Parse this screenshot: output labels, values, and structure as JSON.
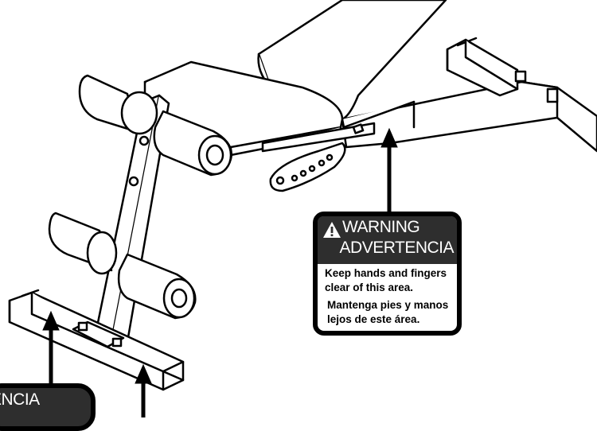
{
  "figure": {
    "subject": "adjustable ab bench assembly line drawing",
    "warning_label": {
      "title_en": "WARNING",
      "title_es": "ADVERTENCIA",
      "text_en_line1": "Keep hands and fingers",
      "text_en_line2": "clear of this area.",
      "text_es_line1": "Mantenga pies y manos",
      "text_es_line2": "lejos de este área."
    },
    "cut_label": {
      "visible_text": "ENCIA"
    }
  },
  "colors": {
    "ink": "#000000",
    "label_header": "#2e2e2e",
    "background": "#ffffff"
  },
  "icons": [
    "warning-triangle-icon"
  ]
}
